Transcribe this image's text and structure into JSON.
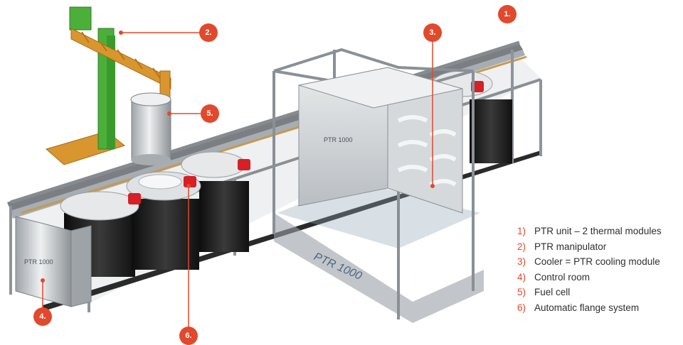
{
  "callouts": [
    {
      "label": "1."
    },
    {
      "label": "2."
    },
    {
      "label": "3."
    },
    {
      "label": "4."
    },
    {
      "label": "5."
    },
    {
      "label": "6."
    }
  ],
  "legend": [
    {
      "num": "1)",
      "text": "PTR unit – 2 thermal modules"
    },
    {
      "num": "2)",
      "text": "PTR manipulator"
    },
    {
      "num": "3)",
      "text": "Cooler = PTR cooling module"
    },
    {
      "num": "4)",
      "text": "Control room"
    },
    {
      "num": "5)",
      "text": "Fuel cell"
    },
    {
      "num": "6)",
      "text": "Automatic flange system"
    }
  ],
  "branding": {
    "cabinet_logo": "PTR 1000",
    "cooler_logo": "PTR 1000",
    "floor_logo": "PTR 1000"
  },
  "colors": {
    "accent": "#e2492c",
    "frame": "#9aa0a6",
    "crane_orange": "#d9962e",
    "crane_green": "#4caf3a",
    "tank_black": "#1d1d1d",
    "flange_red": "#d61f26"
  }
}
